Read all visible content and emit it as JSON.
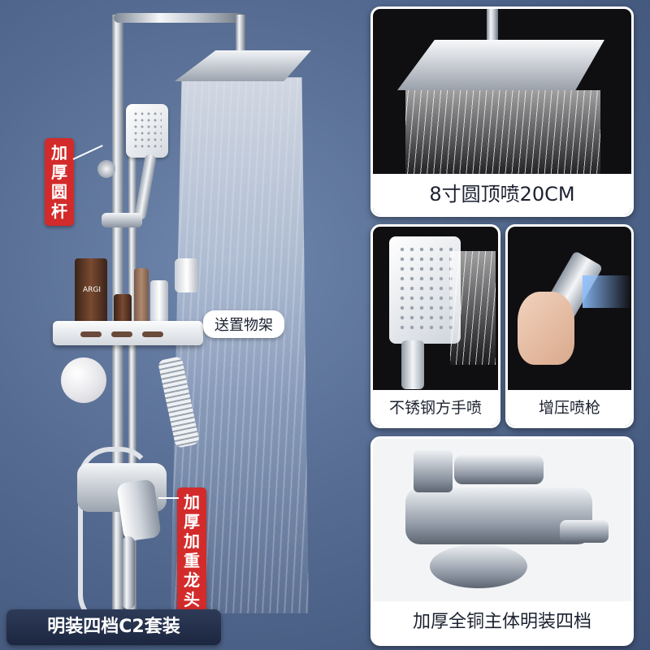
{
  "callouts": {
    "thick_rod": "加厚圆杆",
    "shelf": "送置物架",
    "faucet": "加厚加重龙头"
  },
  "bottom_caption": "明装四档C2套装",
  "bottle_label": "ARGI",
  "panels": {
    "top_shower": {
      "caption": "8寸圆顶喷20CM"
    },
    "hand_shower": {
      "caption": "不锈钢方手喷"
    },
    "spray_gun": {
      "caption": "增压喷枪"
    },
    "valve": {
      "caption": "加厚全铜主体明装四档"
    }
  },
  "colors": {
    "background": "#566c92",
    "tag_red": "#d32b2b",
    "caption_dark": "#1c2640",
    "panel_border": "#ffffff"
  },
  "icons": {
    "shower_head": "shower-head-icon",
    "hand_shower": "hand-shower-icon",
    "spray_gun": "spray-gun-icon",
    "valve": "mixing-valve-icon"
  }
}
